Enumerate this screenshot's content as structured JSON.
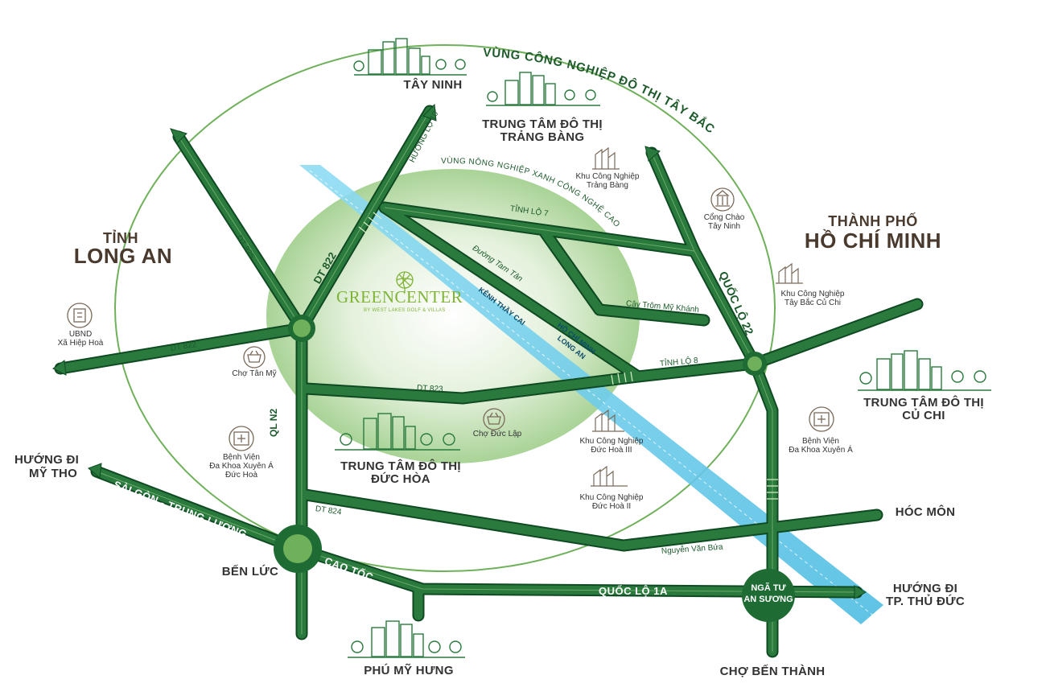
{
  "logo": {
    "name": "GREENCENTER",
    "tagline": "BY WEST LAKES GOLF & VILLAS",
    "colors": {
      "green": "#7fb336"
    }
  },
  "regions": {
    "long_an_prefix": "TỈNH",
    "long_an": "LONG AN",
    "hcm_prefix": "THÀNH PHỐ",
    "hcm": "HỒ CHÍ MINH",
    "northwest_industrial": "VÙNG CÔNG NGHIỆP ĐÔ THỊ TÂY BẮC",
    "agri_zone": "VÙNG NÔNG NGHIỆP XANH CÔNG NGHỆ CAO"
  },
  "places": {
    "tay_ninh": "TÂY NINH",
    "trang_bang_l1": "TRUNG TÂM ĐÔ THỊ",
    "trang_bang_l2": "TRẢNG BÀNG",
    "cu_chi_l1": "TRUNG TÂM ĐÔ THỊ",
    "cu_chi_l2": "CỦ CHI",
    "duc_hoa_l1": "TRUNG TÂM ĐÔ THỊ",
    "duc_hoa_l2": "ĐỨC HÒA",
    "phu_my_hung": "PHÚ MỸ HƯNG",
    "huong_my_tho_l1": "HƯỚNG ĐI",
    "huong_my_tho_l2": "MỸ THO",
    "ben_luc": "BẾN LỨC",
    "hoc_mon": "HÓC MÔN",
    "huong_thu_duc_l1": "HƯỚNG ĐI",
    "huong_thu_duc_l2": "TP. THỦ ĐỨC",
    "cho_ben_thanh": "CHỢ BẾN THÀNH",
    "nga_tu_l1": "NGÃ TƯ",
    "nga_tu_l2": "AN SƯƠNG"
  },
  "pois": {
    "kcn_trang_bang_l1": "Khu Công Nghiệp",
    "kcn_trang_bang_l2": "Trảng Bàng",
    "cong_chao_l1": "Cổng Chào",
    "cong_chao_l2": "Tây Ninh",
    "kcn_tay_bac_l1": "Khu Công Nghiệp",
    "kcn_tay_bac_l2": "Tây Bắc Củ Chi",
    "ubnd_l1": "UBND",
    "ubnd_l2": "Xã Hiệp Hoà",
    "cho_tan_my": "Chợ Tân Mỹ",
    "cho_duc_lap": "Chợ Đức Lập",
    "bv_duc_hoa_l1": "Bệnh Viện",
    "bv_duc_hoa_l2": "Đa Khoa Xuyên Á",
    "bv_duc_hoa_l3": "Đức Hoà",
    "bv_xuyen_a_l1": "Bệnh Viện",
    "bv_xuyen_a_l2": "Đa Khoa Xuyên Á",
    "kcn_duc_hoa3_l1": "Khu Công Nghiệp",
    "kcn_duc_hoa3_l2": "Đức Hoà III",
    "kcn_duc_hoa2_l1": "Khu Công Nghiệp",
    "kcn_duc_hoa2_l2": "Đức Hoà II"
  },
  "roads": {
    "huong_lo_10": "HƯƠNG LỘ 10",
    "dt825": "DT 825",
    "dt822_v": "DT 822",
    "dt822_h": "DT 822",
    "tinh_lo_7": "TỈNH LỘ 7",
    "duong_tam_tan": "Đường Tam Tân",
    "cay_trom": "Cây Trôm Mỹ Khánh",
    "quoc_lo_22": "QUỐC LỘ 22",
    "tinh_lo_8": "TỈNH LỘ 8",
    "dt823": "DT 823",
    "ql_n2": "QL N2",
    "dt824": "DT 824",
    "nguyen_van_bua": "Nguyễn Văn Bứa",
    "sai_gon_trung_luong": "SÀI GÒN - TRUNG LƯƠNG",
    "cao_toc": "CAO TỐC",
    "quoc_lo_1a": "QUỐC LỘ 1A"
  },
  "canal": {
    "name": "KÊNH THẦY CAI",
    "border_l1": "HỒ CHÍ MINH",
    "border_l2": "LONG AN"
  },
  "colors": {
    "road": "#1e6b34",
    "road_edge": "#0f4a22",
    "canal": "#5cc5e6",
    "circle": "#6fb05a",
    "text_brown": "#4a3a2e"
  }
}
